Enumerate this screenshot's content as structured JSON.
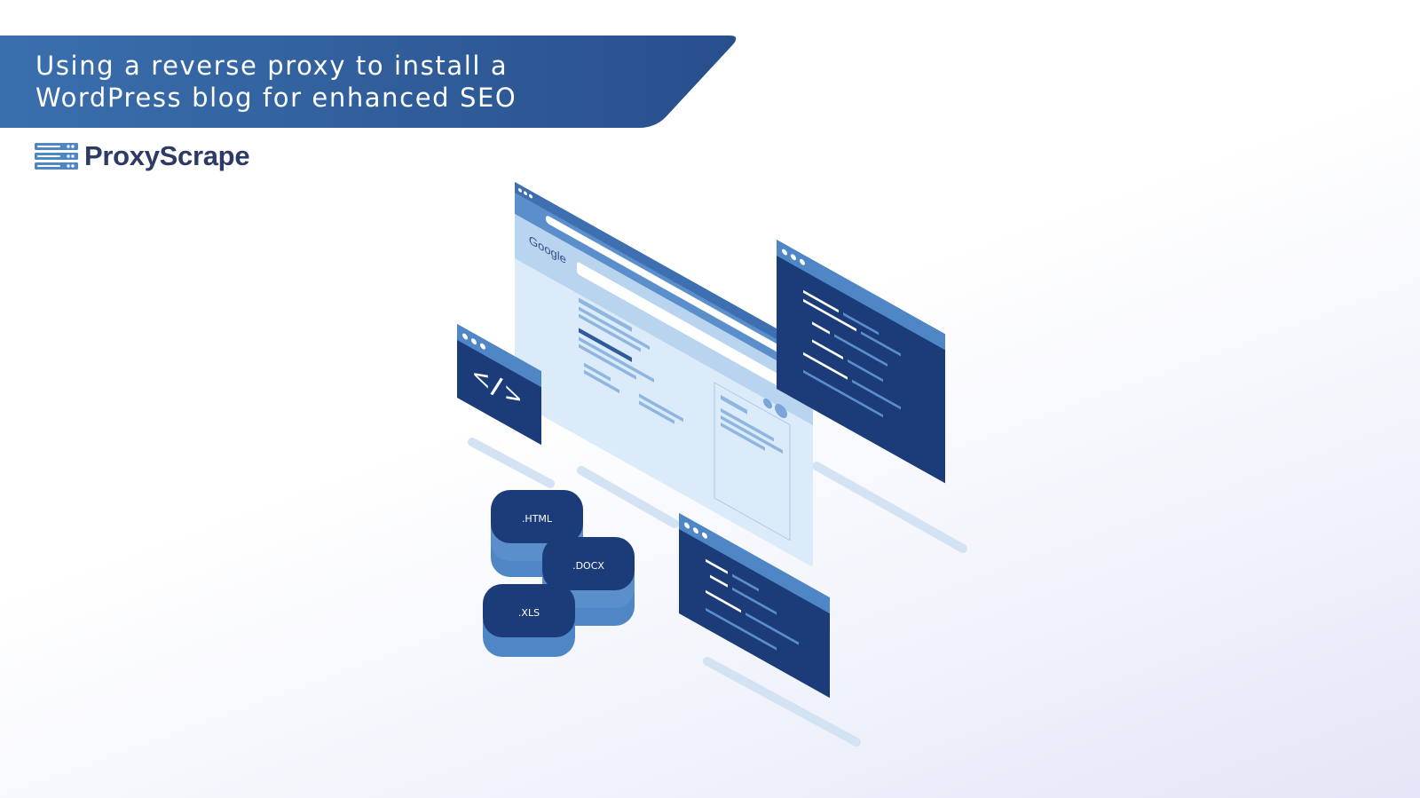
{
  "banner": {
    "title_lines": [
      "Using a reverse proxy to install a",
      "WordPress blog for enhanced SEO"
    ],
    "color": "#2d5a98"
  },
  "logo": {
    "text": "ProxyScrape",
    "icon": "server-stack-icon"
  },
  "illustration": {
    "browser_search_brand": "Google",
    "files": [
      {
        "label": ".HTML",
        "icon": "code-file-icon"
      },
      {
        "label": ".DOCX",
        "icon": "document-file-icon"
      },
      {
        "label": ".XLS",
        "icon": "spreadsheet-file-icon"
      }
    ],
    "code_symbol": "</>",
    "colors": {
      "dark": "#1b3c78",
      "mid": "#4f86c6",
      "light": "#dcebf9"
    }
  }
}
